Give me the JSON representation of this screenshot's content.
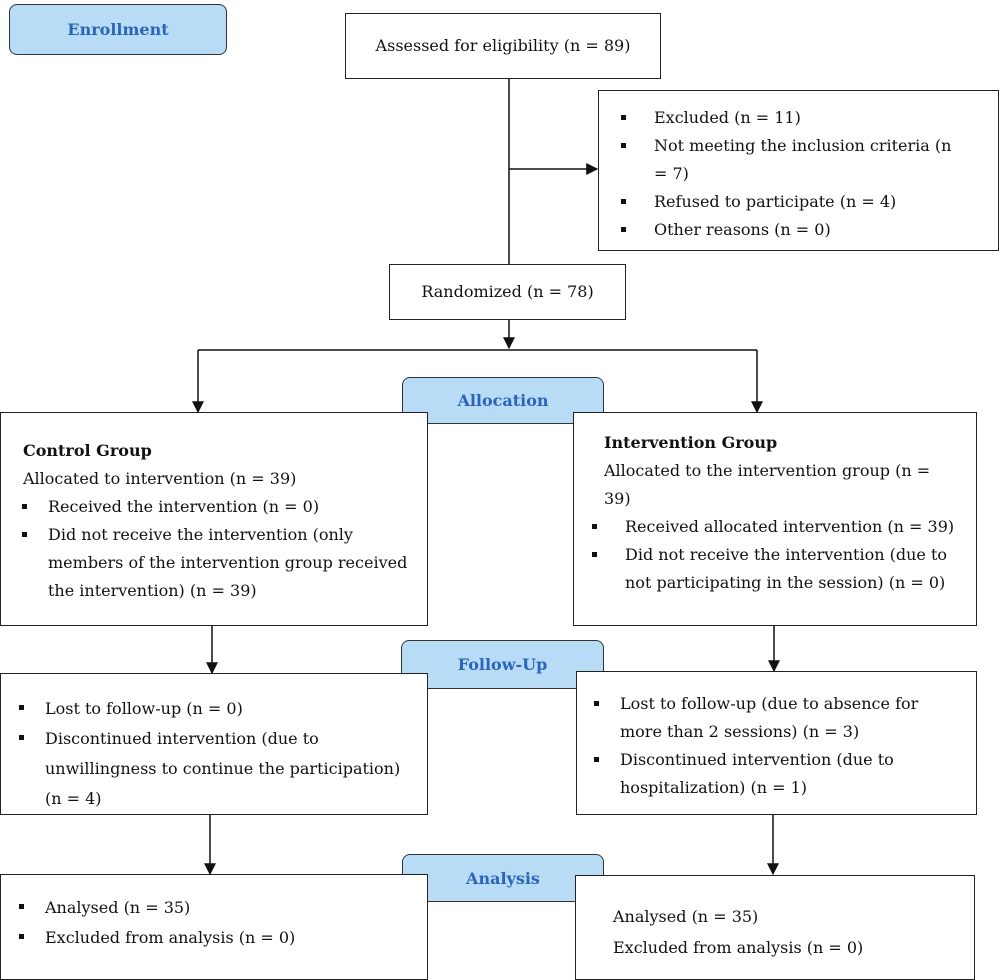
{
  "stages": {
    "enrollment": "Enrollment",
    "allocation": "Allocation",
    "follow_up": "Follow-Up",
    "analysis": "Analysis"
  },
  "assessed": "Assessed for eligibility (n = 89)",
  "excluded": {
    "items": [
      "Excluded (n = 11)",
      "Not meeting the inclusion criteria (n = 7)",
      "Refused to participate (n = 4)",
      "Other reasons (n = 0)"
    ]
  },
  "randomized": "Randomized (n = 78)",
  "control": {
    "title": "Control Group",
    "allocated": "Allocated to intervention (n = 39)",
    "alloc_items": [
      "Received the intervention (n = 0)",
      "Did not receive the intervention (only members of the intervention group received the intervention) (n = 39)"
    ],
    "followup_items": [
      "Lost to follow-up (n = 0)",
      "Discontinued intervention (due to unwillingness to continue the participation) (n = 4)"
    ],
    "analysis_items": [
      "Analysed (n = 35)",
      "Excluded from analysis (n = 0)"
    ]
  },
  "intervention": {
    "title": "Intervention Group",
    "allocated": "Allocated to the intervention group (n = 39)",
    "alloc_items": [
      "Received allocated intervention (n = 39)",
      "Did not receive the intervention (due to not participating in the session) (n = 0)"
    ],
    "followup_items": [
      "Lost to follow-up (due to absence for more than 2 sessions) (n = 3)",
      "Discontinued intervention (due to hospitalization) (n = 1)"
    ],
    "analysis_items": [
      "Analysed (n = 35)",
      "Excluded from analysis (n = 0)"
    ]
  }
}
